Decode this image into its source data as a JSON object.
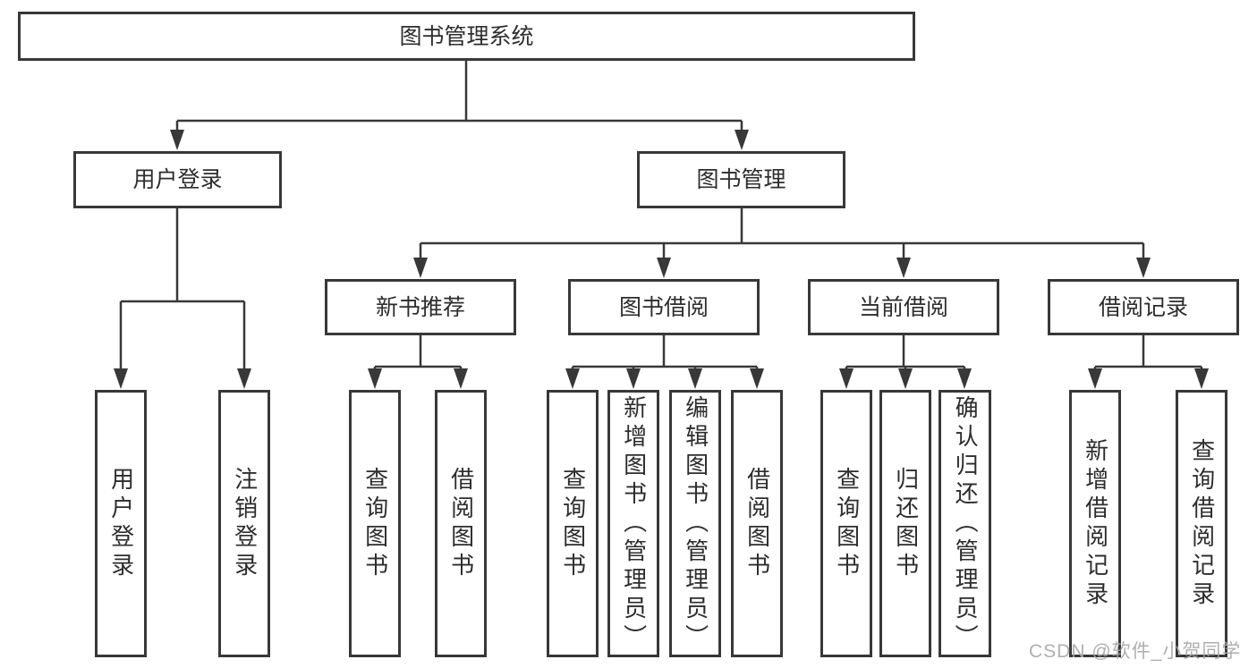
{
  "diagram": {
    "title": "图书管理系统",
    "type": "tree",
    "tree": {
      "root": {
        "label": "图书管理系统"
      },
      "level2": [
        {
          "label": "用户登录",
          "children": [
            {
              "label": "用户登录"
            },
            {
              "label": "注销登录"
            }
          ]
        },
        {
          "label": "图书管理",
          "children": [
            {
              "label": "新书推荐",
              "children": [
                {
                  "label": "查询图书"
                },
                {
                  "label": "借阅图书"
                }
              ]
            },
            {
              "label": "图书借阅",
              "children": [
                {
                  "label": "查询图书"
                },
                {
                  "label": "新增图书（管理员）"
                },
                {
                  "label": "编辑图书（管理员）"
                },
                {
                  "label": "借阅图书"
                }
              ]
            },
            {
              "label": "当前借阅",
              "children": [
                {
                  "label": "查询图书"
                },
                {
                  "label": "归还图书"
                },
                {
                  "label": "确认归还（管理员）"
                }
              ]
            },
            {
              "label": "借阅记录",
              "children": [
                {
                  "label": "新增借阅记录"
                },
                {
                  "label": "查询借阅记录"
                }
              ]
            }
          ]
        }
      ]
    },
    "colors": {
      "stroke": "#383838",
      "text": "#2d2d2d",
      "background": "#ffffff",
      "watermark": "#a8a8a8"
    }
  },
  "watermark": {
    "text": "CSDN @软件_小贺同学"
  }
}
